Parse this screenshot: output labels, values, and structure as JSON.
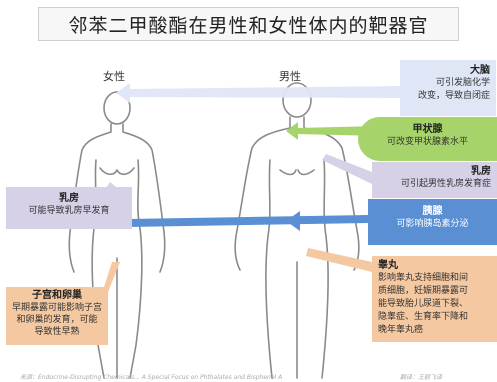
{
  "title": "邻苯二甲酸酯在男性和女性体内的靶器官",
  "labels": {
    "female": "女性",
    "male": "男性"
  },
  "organs": {
    "brain": {
      "name": "大脑",
      "lines": [
        "可引发脑化学",
        "改变，导致自闭症"
      ]
    },
    "thyroid": {
      "name": "甲状腺",
      "desc": "可改变甲状腺素水平"
    },
    "breast_male": {
      "name": "乳房",
      "desc": "可引起男性乳房发育症"
    },
    "pancreas": {
      "name": "胰腺",
      "desc": "可影响胰岛素分泌"
    },
    "testis": {
      "name": "睾丸",
      "lines": [
        "影响睾丸支持细胞和间",
        "质细胞，妊娠期暴露可",
        "能导致胎儿尿道下裂、",
        "隐睾症、生育率下降和",
        "晚年睾丸癌"
      ]
    },
    "breast_female": {
      "name": "乳房",
      "desc": "可能导致乳房早发育"
    },
    "uterus": {
      "name": "子宫和卵巢",
      "lines": [
        "早期暴露可能影响子宫",
        "和卵巢的发育，可能",
        "导致性早熟"
      ]
    }
  },
  "footer": {
    "source": "来源：Endocrine-Disrupting Chemicals... A Special Focus on Phthalates and Bisphenol A",
    "credit": "翻译：王鹤飞译"
  },
  "colors": {
    "brain": "#dfe6f5",
    "thyroid": "#a6d46a",
    "breast": "#d7d1e8",
    "pancreas": "#5b8fd4",
    "testis": "#f4c8a0",
    "body_stroke": "#8a8a8a"
  }
}
